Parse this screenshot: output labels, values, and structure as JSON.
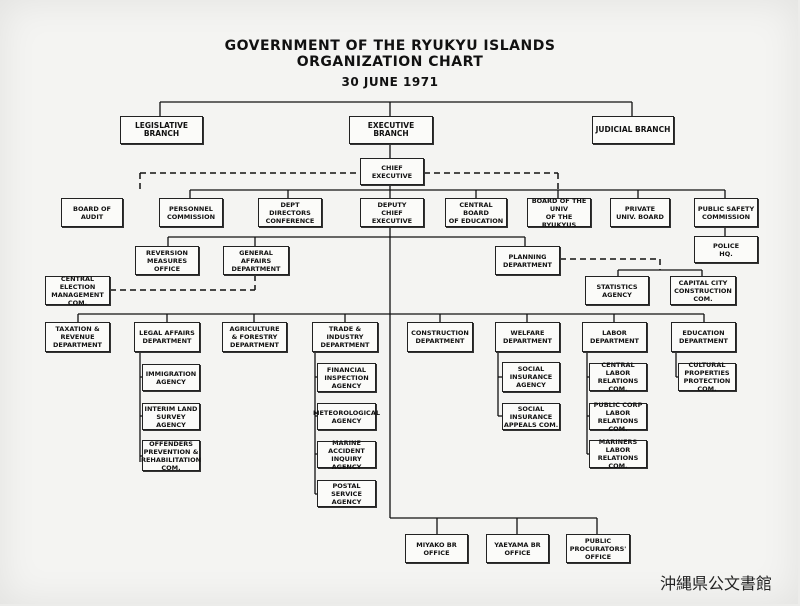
{
  "title": {
    "line1": "GOVERNMENT OF THE RYUKYU ISLANDS",
    "line2": "ORGANIZATION CHART",
    "date": "30 JUNE 1971"
  },
  "boxes": {
    "legislative": "LEGISLATIVE BRANCH",
    "executive": "EXECUTIVE BRANCH",
    "judicial": "JUDICIAL BRANCH",
    "chief_exec": "CHIEF EXECUTIVE",
    "board_audit": "BOARD OF\nAUDIT",
    "personnel": "PERSONNEL\nCOMMISSION",
    "dept_directors": "DEPT DIRECTORS\nCONFERENCE",
    "deputy": "DEPUTY\nCHIEF EXECUTIVE",
    "central_board_edu": "CENTRAL BOARD\nOF EDUCATION",
    "board_univ": "BOARD OF THE UNIV\nOF THE RYUKYUS",
    "private_univ": "PRIVATE\nUNIV. BOARD",
    "public_safety": "PUBLIC SAFETY\nCOMMISSION",
    "police": "POLICE\nHQ.",
    "reversion": "REVERSION MEASURES\nOFFICE",
    "general_affairs": "GENERAL AFFAIRS\nDEPARTMENT",
    "planning": "PLANNING\nDEPARTMENT",
    "central_election": "CENTRAL ELECTION\nMANAGEMENT COM.",
    "statistics": "STATISTICS\nAGENCY",
    "capital_city": "CAPITAL CITY\nCONSTRUCTION COM.",
    "taxation": "TAXATION &\nREVENUE\nDEPARTMENT",
    "legal": "LEGAL AFFAIRS\nDEPARTMENT",
    "agriculture": "AGRICULTURE\n& FORESTRY\nDEPARTMENT",
    "trade": "TRADE & INDUSTRY\nDEPARTMENT",
    "construction": "CONSTRUCTION\nDEPARTMENT",
    "welfare": "WELFARE\nDEPARTMENT",
    "labor": "LABOR\nDEPARTMENT",
    "education": "EDUCATION\nDEPARTMENT",
    "immigration": "IMMIGRATION\nAGENCY",
    "interim_land": "INTERIM LAND\nSURVEY AGENCY",
    "offenders": "OFFENDERS\nPREVENTION &\nREHABILITATION COM.",
    "financial": "FINANCIAL\nINSPECTION\nAGENCY",
    "meteorological": "METEOROLOGICAL\nAGENCY",
    "marine": "MARINE ACCIDENT\nINQUIRY AGENCY",
    "postal": "POSTAL SERVICE\nAGENCY",
    "social_insurance": "SOCIAL\nINSURANCE\nAGENCY",
    "social_appeals": "SOCIAL INSURANCE\nAPPEALS COM.",
    "central_labor": "CENTRAL LABOR\nRELATIONS COM.",
    "public_corp_labor": "PUBLIC CORP LABOR\nRELATIONS COM.",
    "mariners_labor": "MARINERS LABOR\nRELATIONS COM.",
    "cultural": "CULTURAL PROPERTIES\nPROTECTION COM.",
    "miyako": "MIYAKO BR OFFICE",
    "yaeyama": "YAEYAMA BR OFFICE",
    "procurators": "PUBLIC PROCURATORS'\nOFFICE"
  },
  "archive_label": "沖縄県公文書館"
}
